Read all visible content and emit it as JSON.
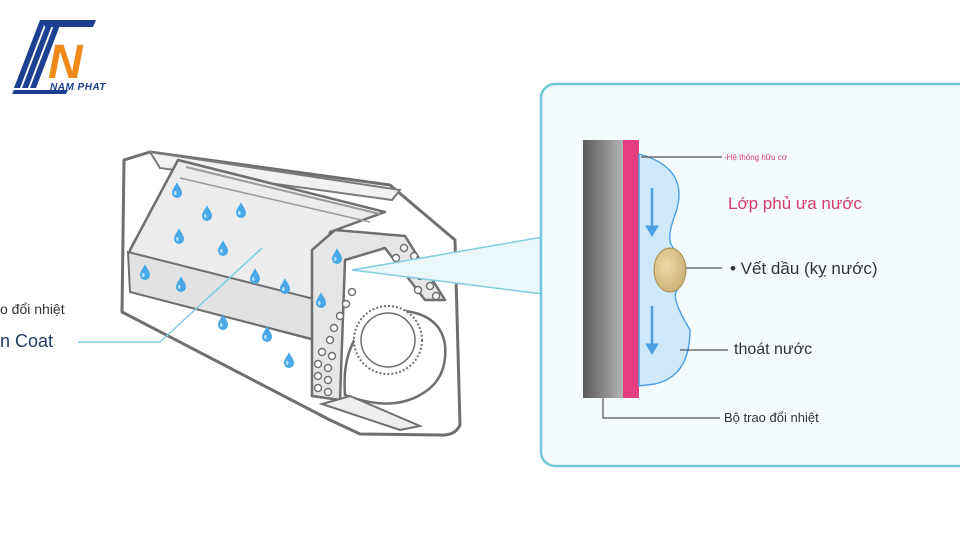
{
  "logo": {
    "text": "NAM PHAT",
    "letter": "N"
  },
  "left_labels": {
    "heat_exchanger_partial": "o đổi nhiệt",
    "coating_partial": "n Coat"
  },
  "detail_labels": {
    "organic_system": "-Hệ thống hữu cơ",
    "hydrophilic_layer": "Lớp phủ ưa nước",
    "oil_stain": "• Vết dầu (kỵ nước)",
    "drainage": "thoát nước",
    "heat_exchanger": "Bộ trao đổi nhiệt"
  },
  "colors": {
    "hydrophilic_text": "#d43c6e",
    "pink_layer": "#e43d80",
    "water": "#cfe8fb",
    "arrow": "#4b9fe3",
    "drop": "#4aa8e6",
    "panel_border": "#74c6dc",
    "panel_fill": "#f3fbfd",
    "connector": "#7fcde3",
    "logo_blue": "#1d3f8f",
    "logo_orange": "#f08a1d"
  }
}
